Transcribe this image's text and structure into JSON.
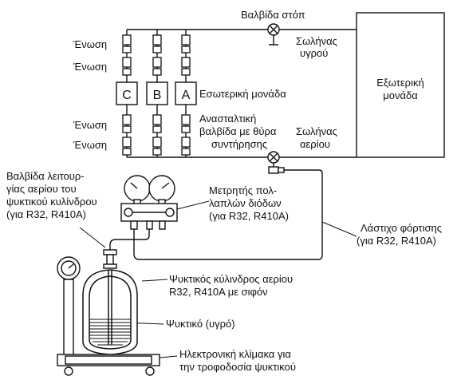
{
  "labels": {
    "stop_valve": "Βαλβίδα στόπ",
    "liquid_pipe": [
      "Σωλήνας",
      "υγρού"
    ],
    "outdoor_unit": [
      "Εξωτερική",
      "μονάδα"
    ],
    "joint": "Ένωση",
    "indoor_unit": "Εσωτερική μονάδα",
    "check_valve": [
      "Ανασταλτική",
      "βαλβίδα με θύρα",
      "συντήρησης"
    ],
    "gas_pipe": [
      "Σωλήνας",
      "αερίου"
    ],
    "cylinder_valve": [
      "Βαλβίδα λειτουρ-",
      "γίας αερίου του",
      "ψυκτικού κυλίνδρου",
      "(για R32, R410A)"
    ],
    "manifold": [
      "Μετρητής πολ-",
      "λαπλών διόδων",
      "(για R32, R410A)"
    ],
    "charging_hose": [
      "Λάστιχο φόρτισης",
      "(για R32, R410A)"
    ],
    "cylinder": [
      "Ψυκτικός κύλινδρος αερίου",
      "R32, R410A με σιφόν"
    ],
    "liquid_refrigerant": "Ψυκτικό (υγρό)",
    "scale": [
      "Ηλεκτρονική κλίμακα για",
      "την τροφοδοσία ψυκτικού"
    ]
  },
  "units": [
    "C",
    "B",
    "A"
  ]
}
